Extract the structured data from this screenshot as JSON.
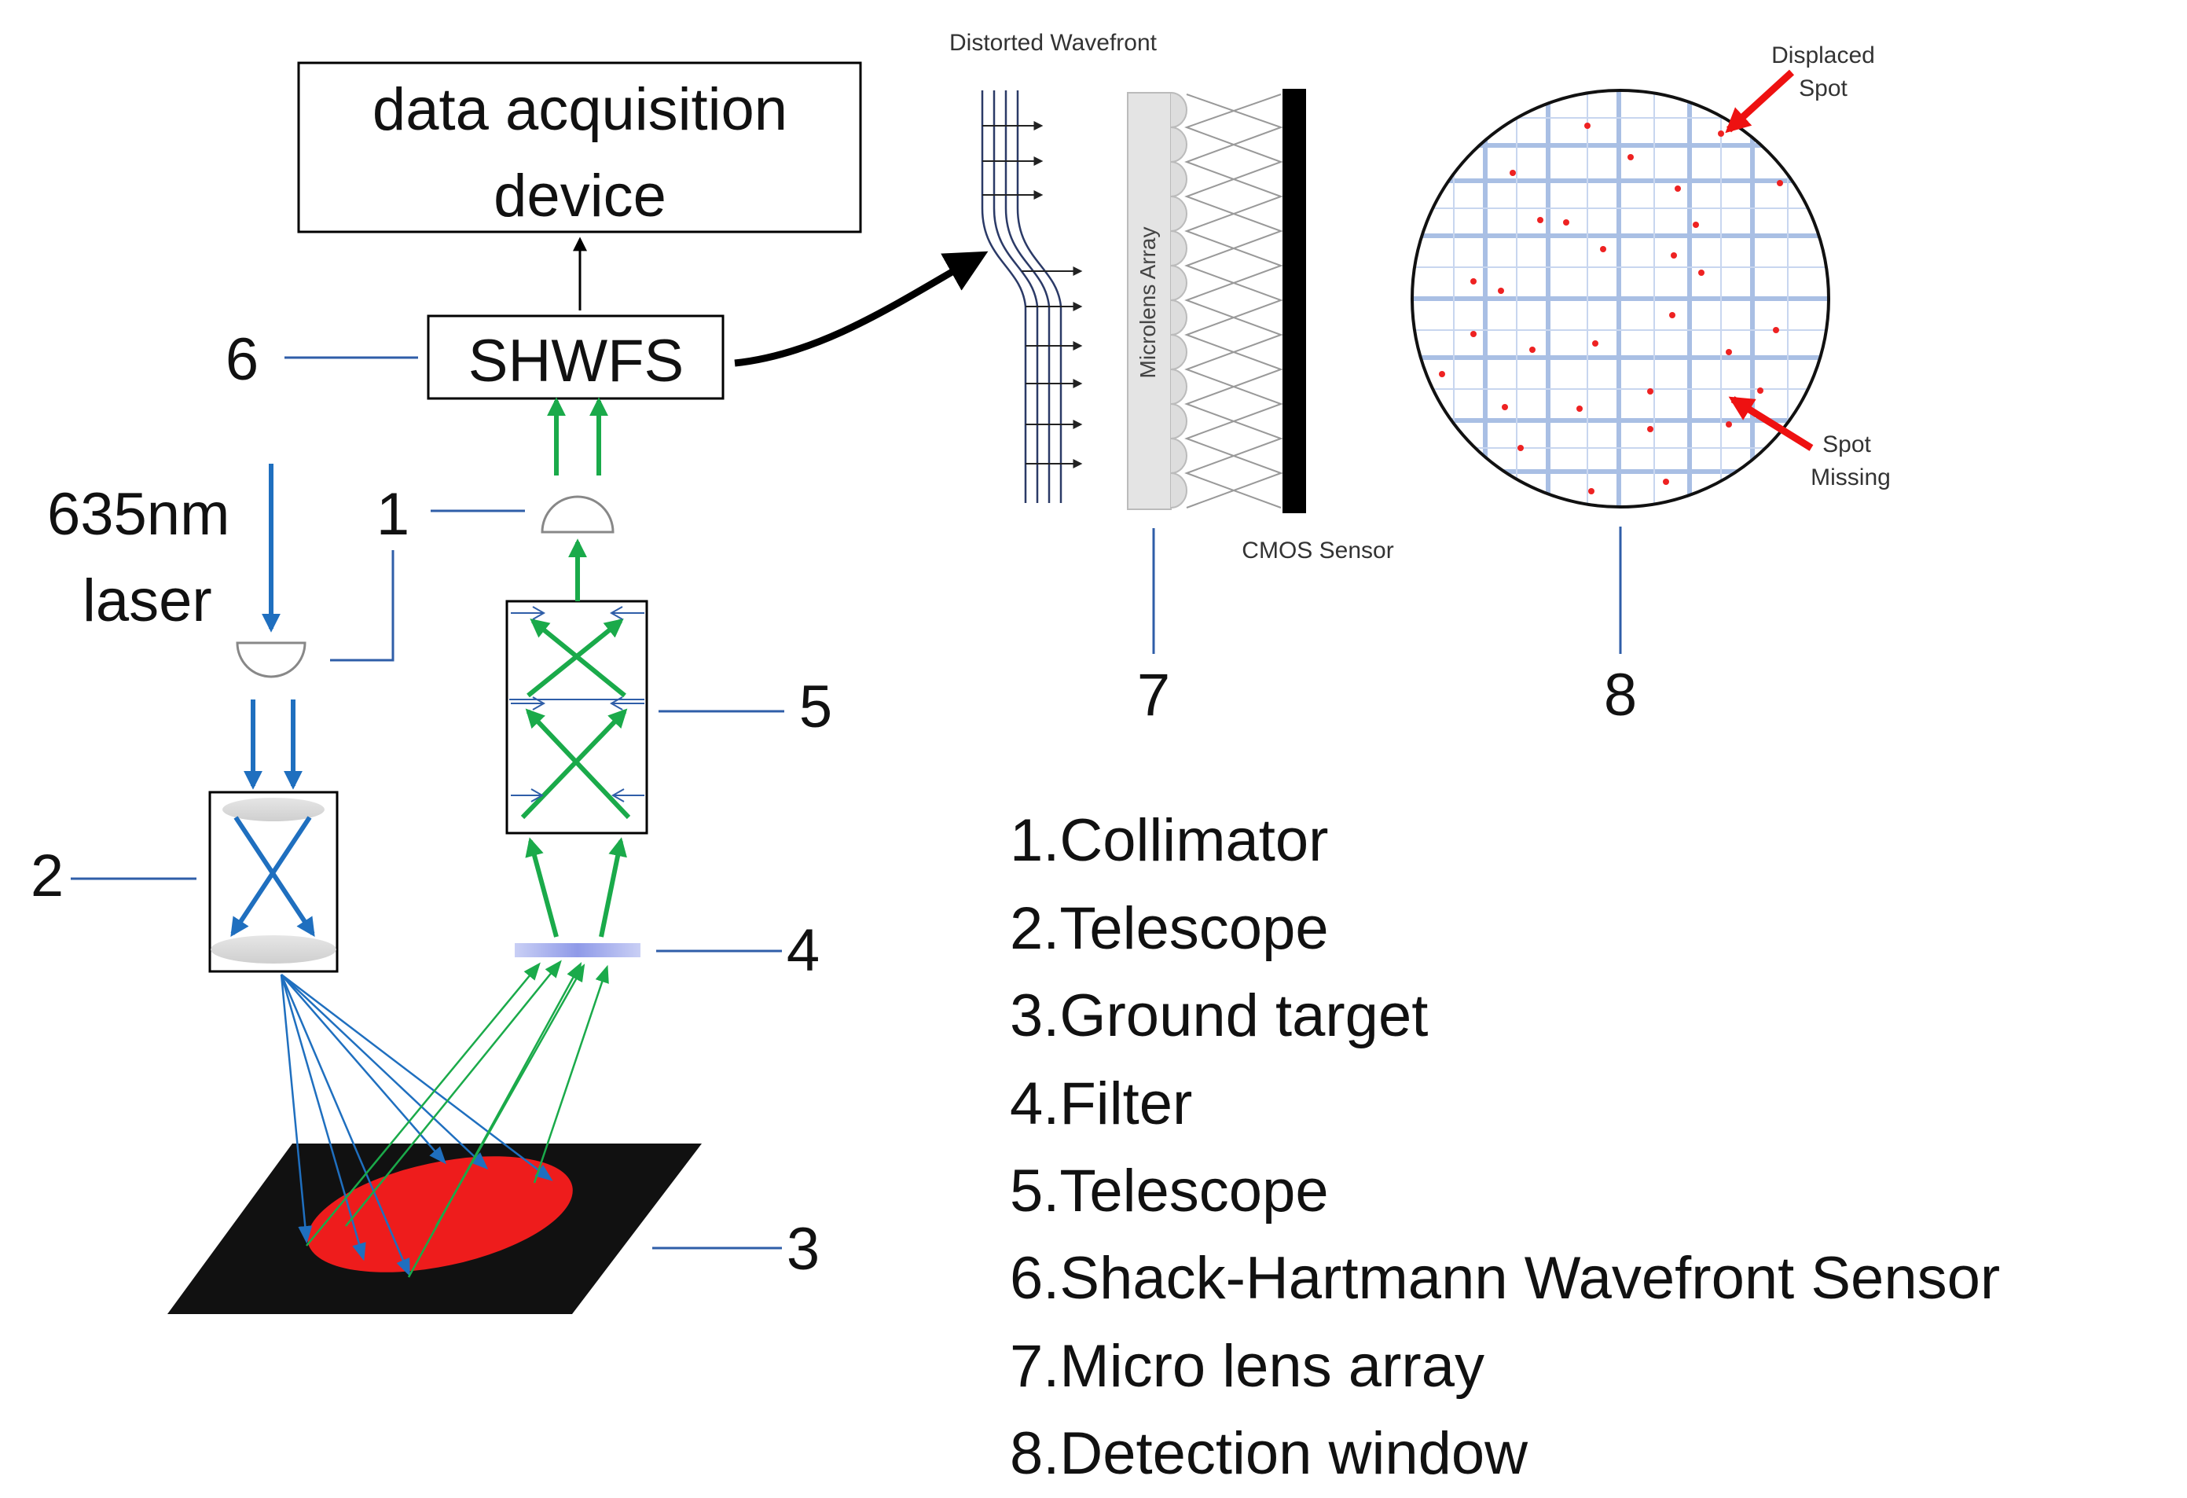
{
  "boxes": {
    "daq_line1": "data acquisition",
    "daq_line2": "device",
    "shwfs": "SHWFS"
  },
  "laser": {
    "line1": "635nm",
    "line2": "laser"
  },
  "numbers": {
    "n1": "1",
    "n1b": "1",
    "n2": "2",
    "n3": "3",
    "n4": "4",
    "n5": "5",
    "n6": "6",
    "n7": "7",
    "n8": "8"
  },
  "inset": {
    "distorted_wavefront": "Distorted Wavefront",
    "microlens_array": "Microlens Array",
    "cmos_sensor": "CMOS Sensor",
    "displaced_spot_1": "Displaced",
    "displaced_spot_2": "Spot",
    "spot_missing_1": "Spot",
    "spot_missing_2": "Missing"
  },
  "legend": [
    "1.Collimator",
    "2.Telescope",
    "3.Ground target",
    "4.Filter",
    "5.Telescope",
    "6.Shack-Hartmann Wavefront Sensor",
    "7.Micro lens array",
    "8.Detection window"
  ],
  "colors": {
    "laser_beam": "#1f6fbf",
    "return_beam": "#1aaa4a",
    "target_spot": "#ee1c1c",
    "leader_line": "#2f5ea8",
    "grid_line": "#a9bfe4",
    "spot_dot": "#ee2222",
    "callout_arrow": "#ee1111"
  }
}
